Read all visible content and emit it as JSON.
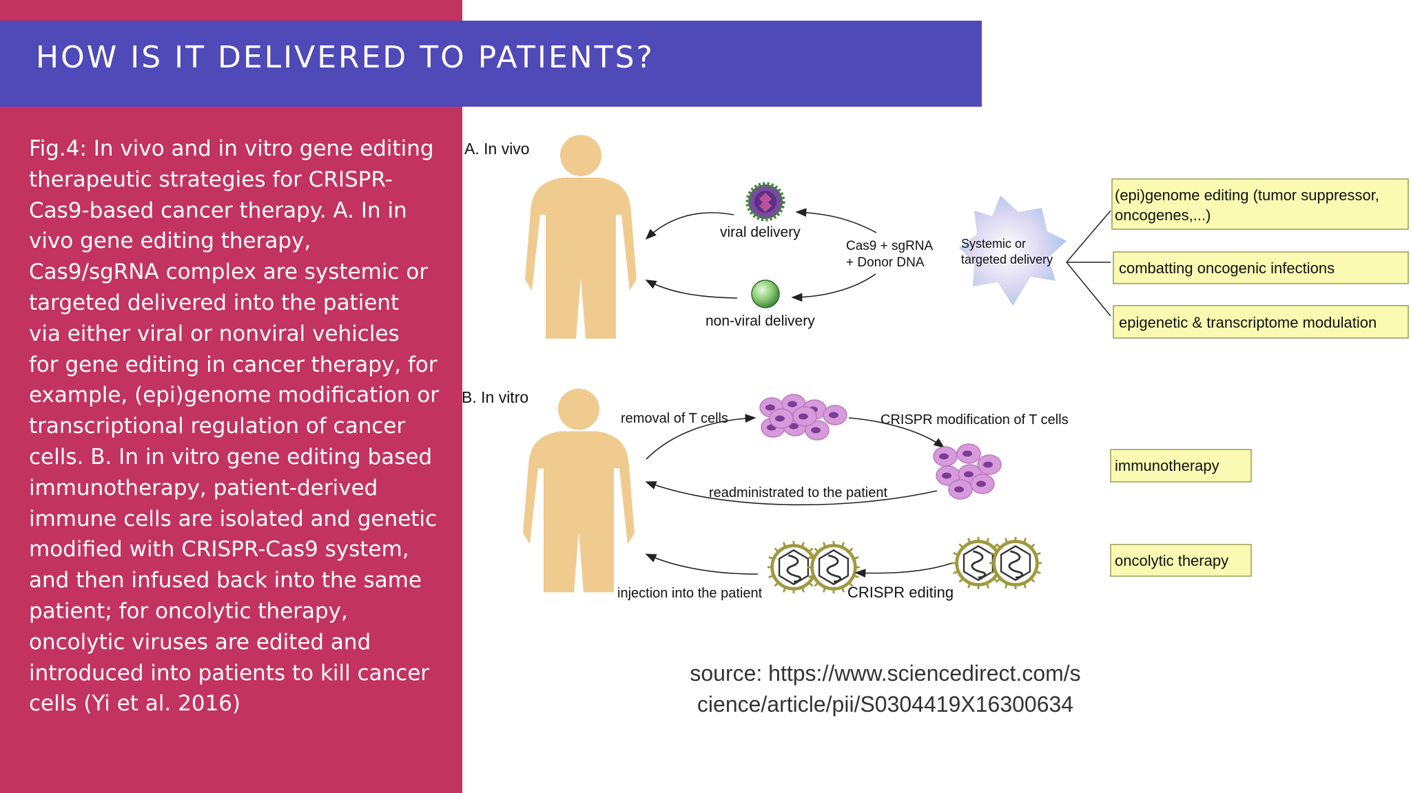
{
  "slide": {
    "title": "HOW IS IT DELIVERED TO PATIENTS?",
    "caption": "Fig.4: In vivo and in vitro gene editing\ntherapeutic strategies for CRISPR-\nCas9-based cancer therapy. A. In in\nvivo gene editing therapy,\nCas9/sgRNA complex are systemic or\ntargeted delivered into the patient\nvia either viral or nonviral vehicles\nfor gene editing in cancer therapy, for\nexample, (epi)genome modification or\ntranscriptional regulation of cancer\ncells. B. In in vitro gene editing based\nimmunotherapy, patient-derived\nimmune cells are isolated and genetic\nmodified with CRISPR-Cas9 system,\nand then infused back into the same\npatient; for oncolytic therapy,\noncolytic viruses are edited and\nintroduced into patients to kill cancer\ncells (Yi et al. 2016)",
    "source": "source: https://www.sciencedirect.com/s\ncience/article/pii/S0304419X16300634"
  },
  "figure": {
    "in_vivo": {
      "label": "A. In vivo",
      "viral_delivery": "viral delivery",
      "non_viral_delivery": "non-viral delivery",
      "cas9_line1": "Cas9 + sgRNA",
      "cas9_line2": "+ Donor DNA",
      "systemic_line1": "Systemic or",
      "systemic_line2": "targeted delivery",
      "outcomes": {
        "epigenome_line1": "(epi)genome editing (tumor suppressor,",
        "epigenome_line2": "oncogenes,...)",
        "infections": "combatting oncogenic infections",
        "epigenetic": "epigenetic & transcriptome modulation"
      }
    },
    "in_vitro": {
      "label": "B. In vitro",
      "removal": "removal of T cells",
      "crispr_modification": "CRISPR modification of T cells",
      "readministrated": "readministrated to the patient",
      "injection": "injection into the patient",
      "crispr_editing": "CRISPR editing",
      "immunotherapy": "immunotherapy",
      "oncolytic": "oncolytic therapy"
    }
  },
  "colors": {
    "left_panel": "#c3335f",
    "title_bar": "#4f4ab8",
    "body_silhouette": "#f0cb8f",
    "outcome_box_fill": "#fafab2",
    "outcome_box_border": "#9a9a55",
    "t_cell": "#d79adb",
    "virus_shell": "#9e9a3e"
  },
  "icons": {
    "viral_particle": "virus-icon",
    "non_viral_vehicle": "green-sphere-icon",
    "delivery_burst": "star-burst-icon",
    "t_cells": "t-cell-cluster-icon",
    "oncolytic_virus": "oncolytic-virus-icon",
    "patient": "human-silhouette-icon"
  }
}
